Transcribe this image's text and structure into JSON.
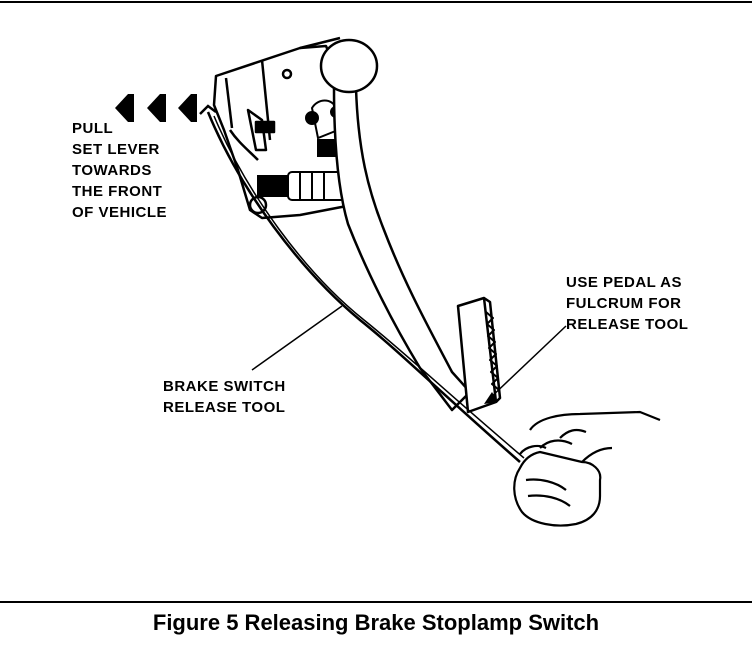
{
  "labels": {
    "pull_instruction": [
      "PULL",
      "SET LEVER",
      "TOWARDS",
      "THE FRONT",
      "OF VEHICLE"
    ],
    "release_tool": [
      "BRAKE SWITCH",
      "RELEASE TOOL"
    ],
    "pedal_fulcrum": [
      "USE PEDAL AS",
      "FULCRUM FOR",
      "RELEASE TOOL"
    ]
  },
  "caption": "Figure 5  Releasing Brake Stoplamp Switch"
}
